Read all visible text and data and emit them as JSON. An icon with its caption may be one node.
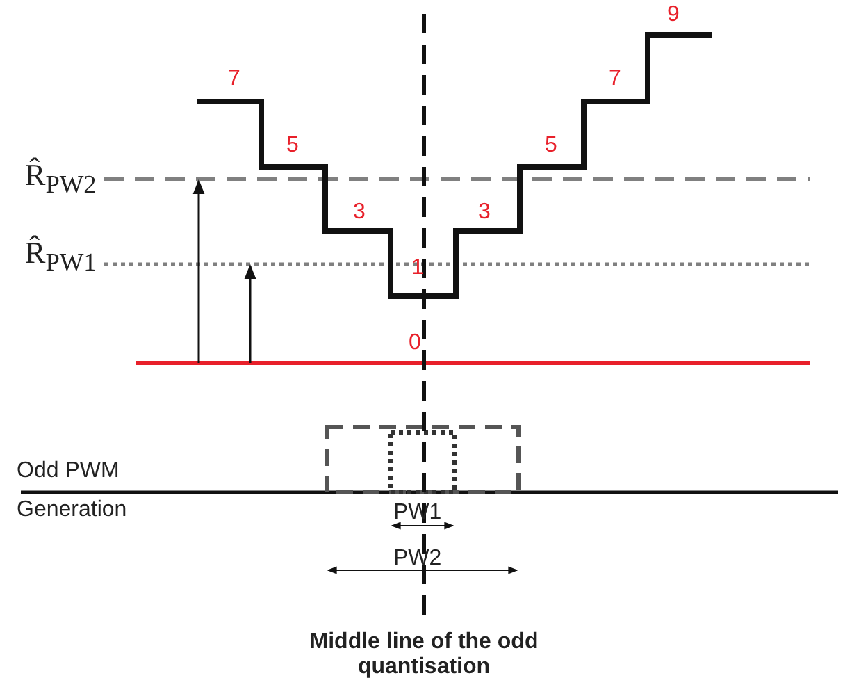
{
  "diagram": {
    "labels": [
      "9",
      "7",
      "7",
      "5",
      "5",
      "R̂$_{PW2}$",
      "3",
      "3",
      "R̂$_{PW1}$",
      "1",
      "0",
      "Odd PWM Generation",
      "PW1",
      "PW2",
      "Middle line of the odd quantisation"
    ]
  }
}
